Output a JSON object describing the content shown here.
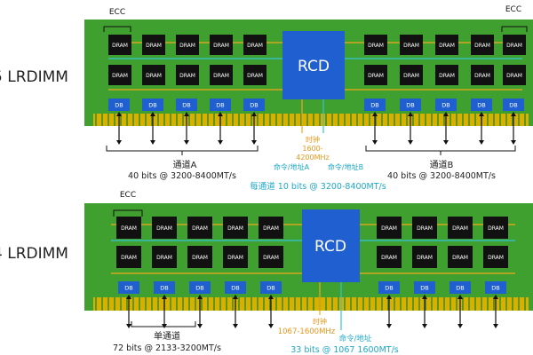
{
  "top": {
    "title": "5 LRDIMM",
    "ecc_left": "ECC",
    "ecc_right": "ECC",
    "chip_label": "DRAM",
    "buffer_label": "DB",
    "rcd_label": "RCD",
    "clock_label": "时钟",
    "clock_freq_line1": "1600-",
    "clock_freq_line2": "4200MHz",
    "cmd_a": "命令/地址A",
    "cmd_b": "命令/地址B",
    "channel_a_name": "通道A",
    "channel_a_bits": "40 bits @ 3200-8400MT/s",
    "channel_b_name": "通道B",
    "channel_b_bits": "40 bits @ 3200-8400MT/s",
    "per_channel": "每通道 10 bits @ 3200-8400MT/s"
  },
  "bottom": {
    "title": "4 LRDIMM",
    "ecc": "ECC",
    "chip_label": "DRAM",
    "buffer_label": "DB",
    "rcd_label": "RCD",
    "clock_label": "时钟",
    "clock_freq": "1067-1600MHz",
    "cmd": "命令/地址",
    "cmd_bits": "33 bits @ 1067 1600MT/s",
    "channel_name": "单通道",
    "channel_bits": "72 bits @ 2133-3200MT/s"
  },
  "colors": {
    "pcb": "#3fa02f",
    "pcb_dark": "#2e8a22",
    "chip": "#111111",
    "buffer": "#1f5fd0",
    "rcd": "#1f5fd0",
    "gold": "#d8b000",
    "trace_teal": "#36c3d6",
    "trace_orange": "#f2a81a",
    "text_orange": "#e8961a",
    "text_cyan": "#1fa8c8"
  }
}
